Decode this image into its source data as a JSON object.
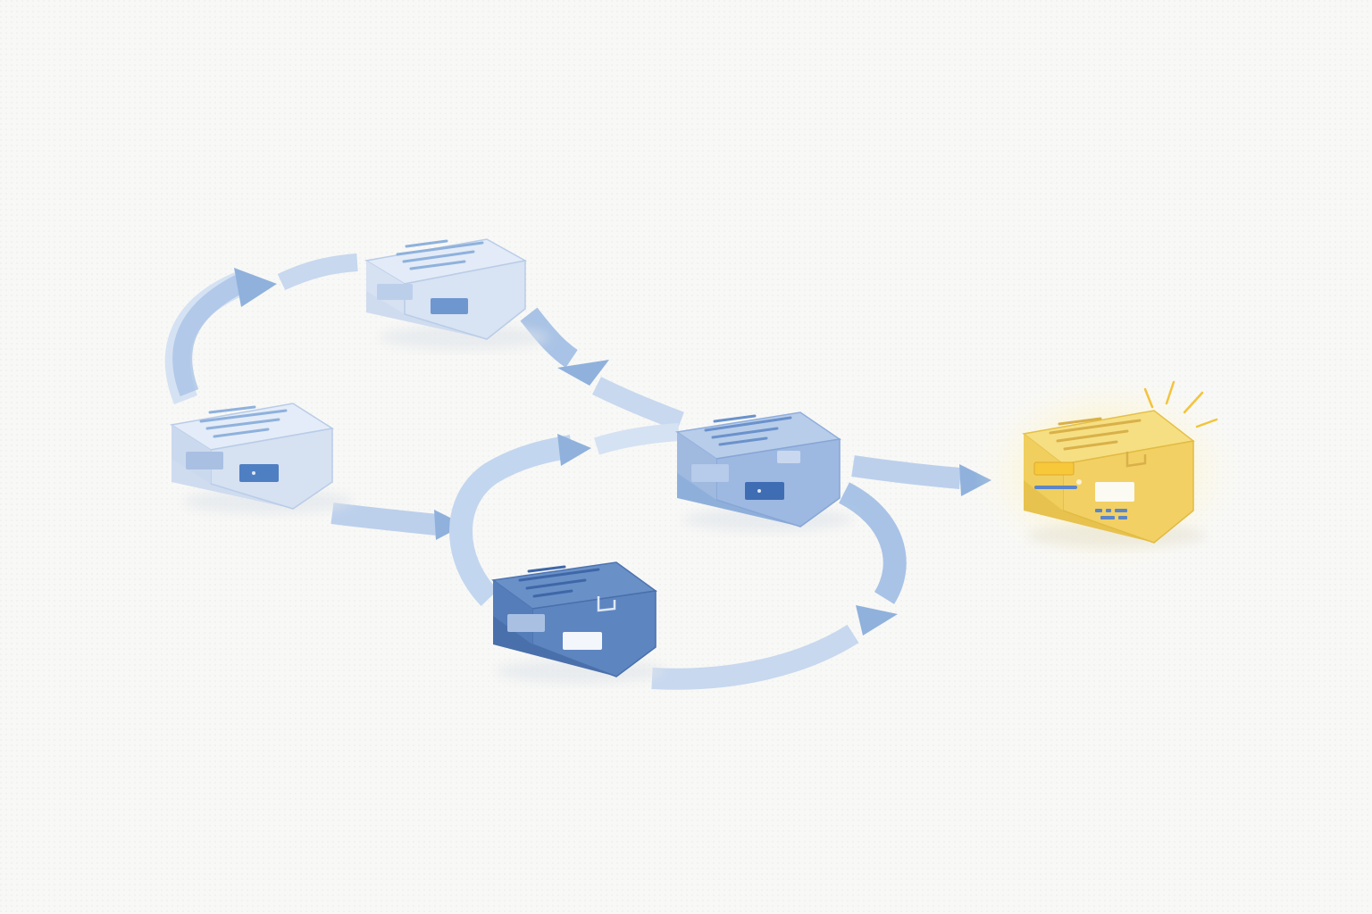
{
  "diagram": {
    "type": "isometric-flow",
    "labels": [],
    "colors": {
      "background": "#f8f8f6",
      "arrow": "#8fb1dc",
      "card_light_top": "#e2ebf7",
      "card_light_side": "#cfdcef",
      "card_mid_top": "#a7c1e3",
      "card_mid_side": "#7f9fce",
      "card_dark_top": "#5d85c0",
      "card_dark_side": "#4a70ab",
      "card_final_top": "#f4d870",
      "card_final_side": "#e7c24e",
      "glow": "#fff0a8",
      "accent_line": "#5b86c8",
      "sparkle": "#f2c43c"
    },
    "nodes": [
      {
        "id": "node-top",
        "shade": "light",
        "state": "step"
      },
      {
        "id": "node-left",
        "shade": "light",
        "state": "step"
      },
      {
        "id": "node-center",
        "shade": "mid",
        "state": "step"
      },
      {
        "id": "node-bottom",
        "shade": "dark",
        "state": "step"
      },
      {
        "id": "node-final",
        "shade": "yellow",
        "state": "result"
      }
    ],
    "edges": [
      {
        "from": "node-left",
        "to": "node-top"
      },
      {
        "from": "node-top",
        "to": "node-center"
      },
      {
        "from": "node-left",
        "to": "node-bottom"
      },
      {
        "from": "node-bottom",
        "to": "node-center"
      },
      {
        "from": "node-center",
        "to": "node-bottom"
      },
      {
        "from": "node-center",
        "to": "node-final"
      }
    ]
  }
}
